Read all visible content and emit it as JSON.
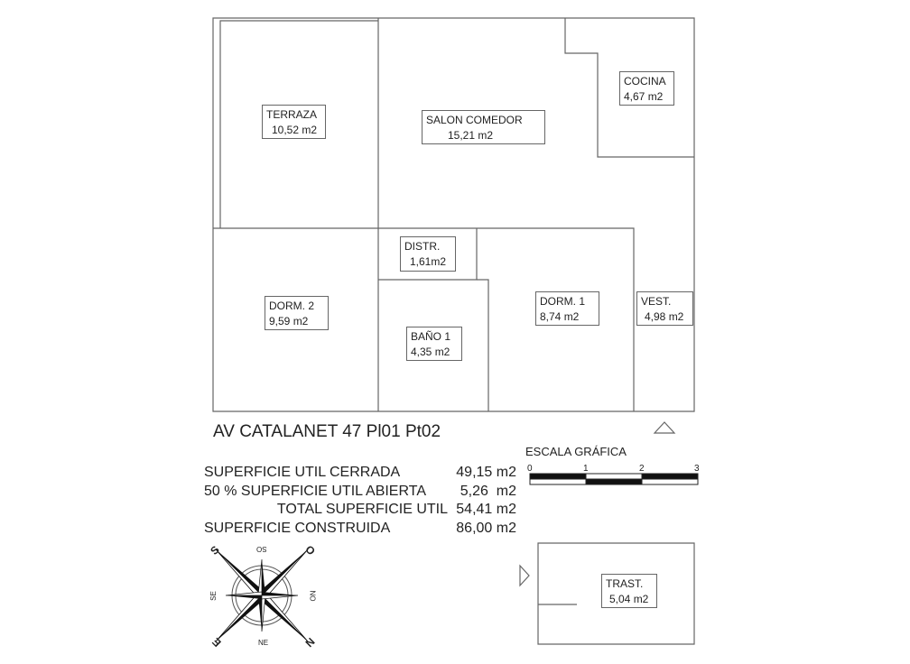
{
  "plan": {
    "rooms": [
      {
        "id": "terraza",
        "name": "TERRAZA",
        "area": "10,52 m2"
      },
      {
        "id": "salon",
        "name": "SALON COMEDOR",
        "area": "15,21 m2"
      },
      {
        "id": "cocina",
        "name": "COCINA",
        "area": "4,67 m2"
      },
      {
        "id": "distr",
        "name": "DISTR.",
        "area": "1,61m2"
      },
      {
        "id": "dorm2",
        "name": "DORM. 2",
        "area": "9,59 m2"
      },
      {
        "id": "bano1",
        "name": "BAÑO 1",
        "area": "4,35 m2"
      },
      {
        "id": "dorm1",
        "name": "DORM. 1",
        "area": "8,74 m2"
      },
      {
        "id": "vest",
        "name": "VEST.",
        "area": "4,98 m2"
      },
      {
        "id": "trast",
        "name": "TRAST.",
        "area": "5,04 m2"
      }
    ],
    "line_color": "#666666"
  },
  "title": "AV CATALANET 47 Pl01 Pt02",
  "summary": [
    {
      "label": "SUPERFICIE UTIL CERRADA",
      "value": "49,15 m2"
    },
    {
      "label": "50 % SUPERFICIE UTIL ABIERTA",
      "value": "5,26  m2"
    },
    {
      "label": "TOTAL SUPERFICIE UTIL",
      "value": "54,41 m2"
    },
    {
      "label": "SUPERFICIE CONSTRUIDA",
      "value": "86,00 m2"
    }
  ],
  "scale": {
    "title": "ESCALA GRÁFICA",
    "ticks": [
      "0",
      "1",
      "2",
      "3"
    ]
  },
  "compass": {
    "main": {
      "s": "S",
      "o": "O",
      "n": "N",
      "e": "E"
    },
    "sub": {
      "so": "SO",
      "no": "NO",
      "ne": "NE",
      "se": "SE"
    }
  }
}
